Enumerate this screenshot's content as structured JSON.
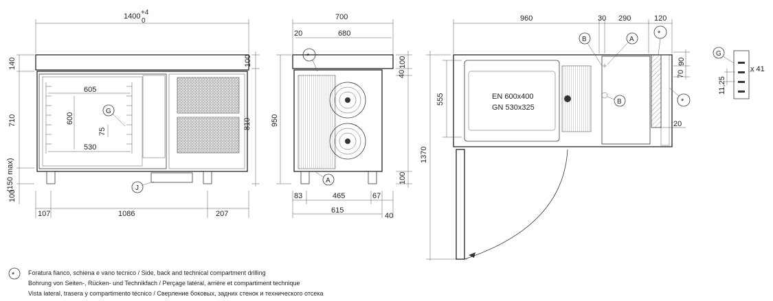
{
  "front_view": {
    "top_width": "1400",
    "tol_plus": "+4",
    "tol_zero": "0",
    "dims": {
      "h140": "140",
      "h710": "710",
      "h150": "(150 max)",
      "h100": "100",
      "r100": "100",
      "r810": "810",
      "w605": "605",
      "w600": "600",
      "w530": "530",
      "w75": "75",
      "b107": "107",
      "b1086": "1086",
      "b207": "207"
    },
    "markers": {
      "g": "G",
      "j": "J"
    }
  },
  "side_view": {
    "dims": {
      "w700": "700",
      "w20": "20",
      "w680": "680",
      "r100": "100",
      "r40": "40",
      "r100b": "100",
      "h950": "950",
      "b83": "83",
      "b465": "465",
      "b67": "67",
      "b615": "615",
      "b40": "40"
    },
    "markers": {
      "a": "A",
      "star": "*"
    }
  },
  "top_view": {
    "dims": {
      "t960": "960",
      "t30": "30",
      "t290": "290",
      "t120": "120",
      "r90": "90",
      "r70": "70",
      "r20": "20",
      "h555": "555",
      "h1370": "1370"
    },
    "tray_line1": "EN 600x400",
    "tray_line2": "GN 530x325",
    "markers": {
      "a": "A",
      "b1": "B",
      "b2": "B",
      "star1": "*",
      "star2": "*"
    }
  },
  "detail": {
    "marker": "G",
    "d11": "11,25",
    "x41": "x 41"
  },
  "legend": {
    "star": "*",
    "line1": "Foratura fianco, schiena e vano tecnico / Side, back and technical compartment drilling",
    "line2": "Bohrung von Seiten-, Rücken- und Technikfach / Perçage latéral, arrière et compartiment technique",
    "line3": "Vista lateral, trasera y compartimento técnico / Сверление боковых, задних стенок и технического отсека"
  }
}
